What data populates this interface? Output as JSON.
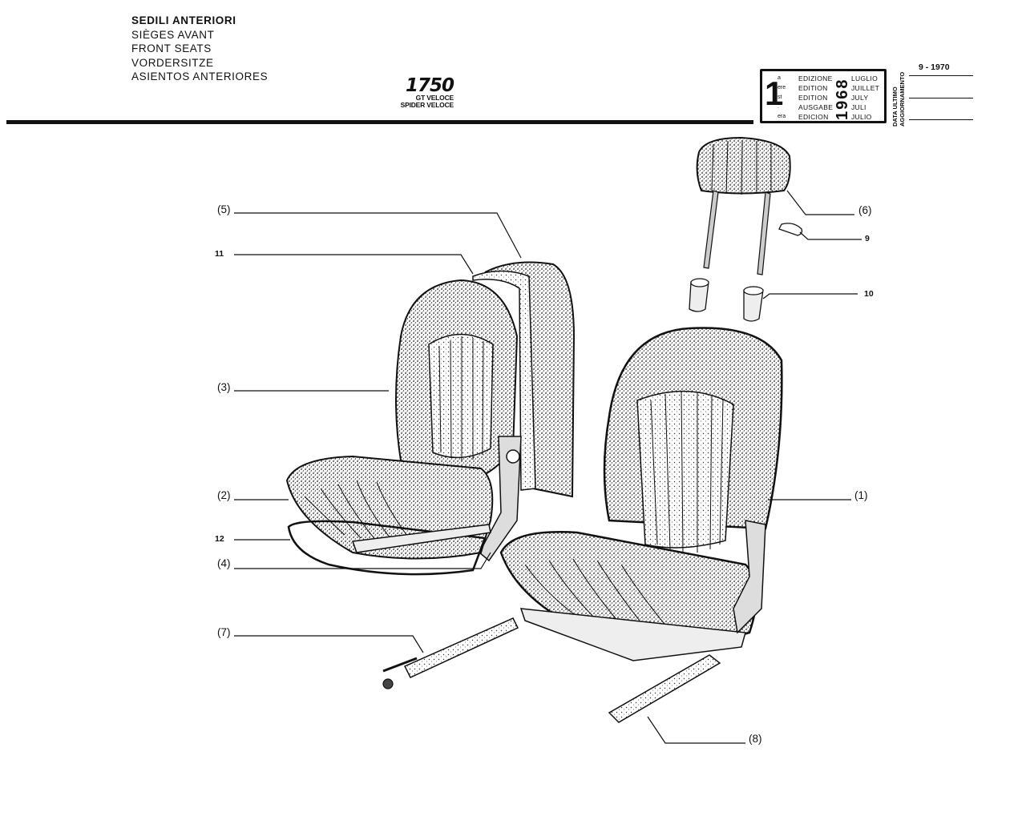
{
  "header": {
    "titles": [
      "SEDILI ANTERIORI",
      "SIÈGES AVANT",
      "FRONT SEATS",
      "VORDERSITZE",
      "ASIENTOS ANTERIORES"
    ],
    "model_number": "1750",
    "model_variants": [
      "GT VELOCE",
      "SPIDER VELOCE"
    ]
  },
  "edition_box": {
    "big_number": "1",
    "suffixes": [
      "a",
      "ere",
      "st",
      ".",
      "era"
    ],
    "words": [
      "EDIZIONE",
      "EDITION",
      "EDITION",
      "AUSGABE",
      "EDICION"
    ],
    "year": "1968",
    "months": [
      "LUGLIO",
      "JUILLET",
      "JULY",
      "JULI",
      "JULIO"
    ]
  },
  "update": {
    "label_lines": [
      "DATA ULTIMO",
      "AGGIORNAMENTO"
    ],
    "date": "9 - 1970"
  },
  "callouts": {
    "c5": "(5)",
    "c11": "11",
    "c3": "(3)",
    "c2": "(2)",
    "c12": "12",
    "c4": "(4)",
    "c7": "(7)",
    "c6": "(6)",
    "c9": "9",
    "c10": "10",
    "c1": "(1)",
    "c8": "(8)"
  },
  "colors": {
    "ink": "#111111",
    "paper": "#ffffff",
    "upholstery": "#8a8a8a"
  }
}
